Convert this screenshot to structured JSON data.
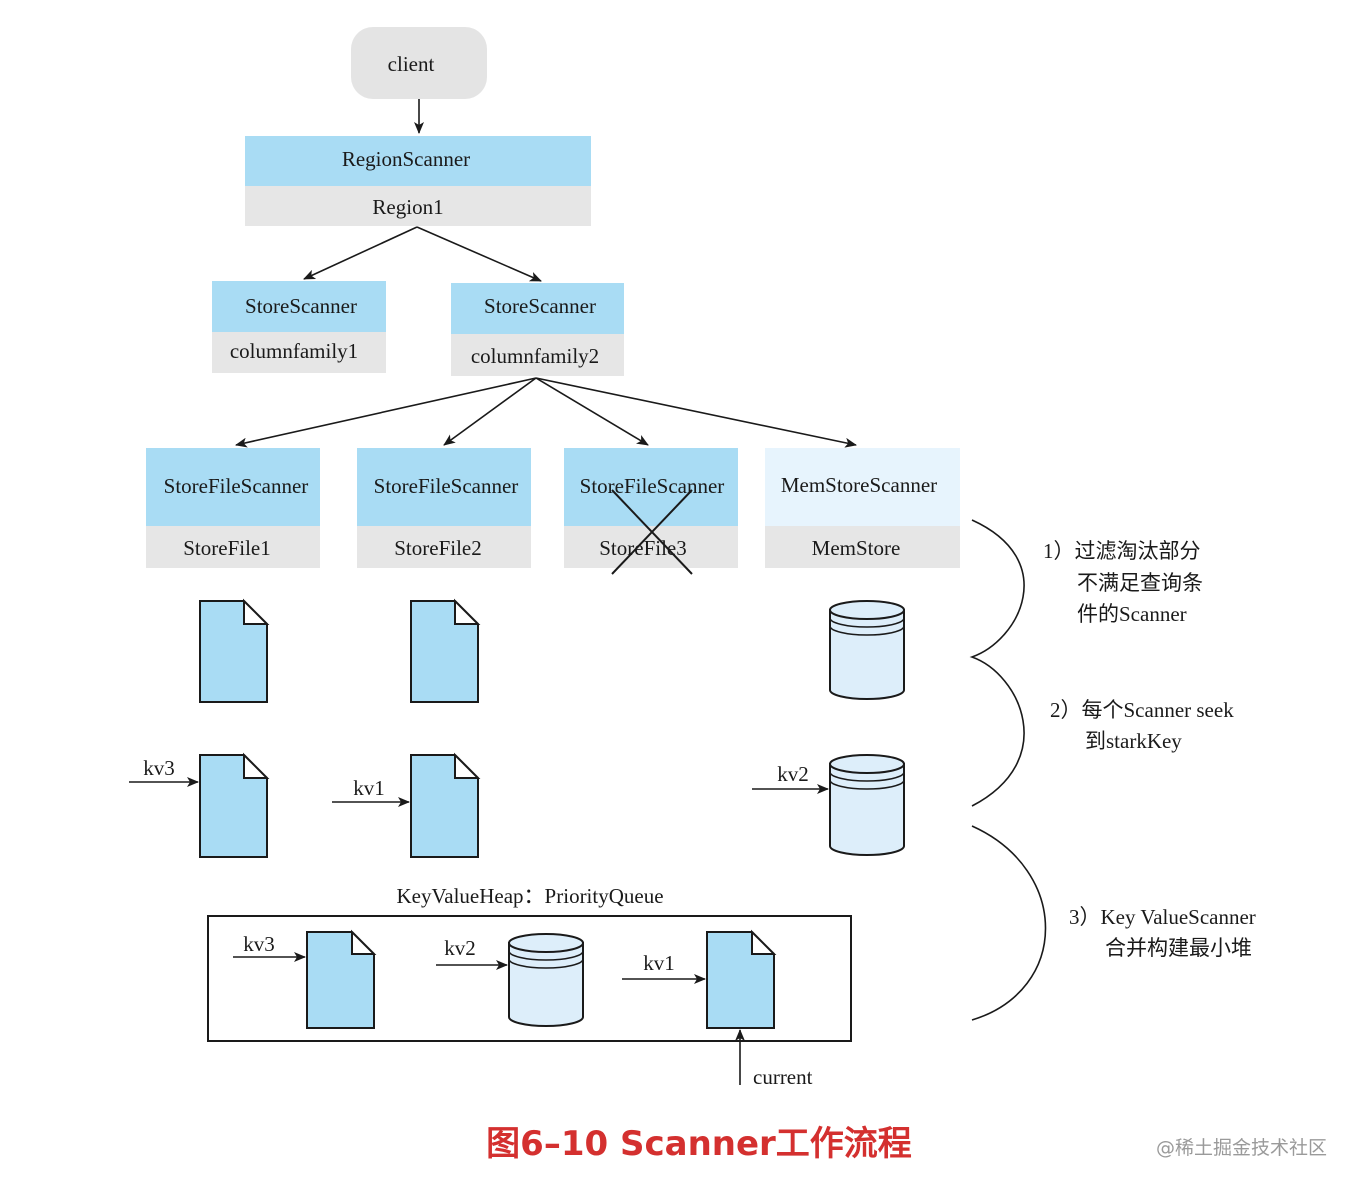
{
  "client": {
    "label": "client"
  },
  "region": {
    "scanner": "RegionScanner",
    "name": "Region1"
  },
  "store_scanners": [
    {
      "scanner": "StoreScanner",
      "family": "columnfamily1"
    },
    {
      "scanner": "StoreScanner",
      "family": "columnfamily2"
    }
  ],
  "file_scanners": [
    {
      "scanner": "StoreFileScanner",
      "file": "StoreFile1",
      "filtered": false
    },
    {
      "scanner": "StoreFileScanner",
      "file": "StoreFile2",
      "filtered": false
    },
    {
      "scanner": "StoreFileScanner",
      "file": "StoreFile3",
      "filtered": true
    },
    {
      "scanner": "MemStoreScanner",
      "file": "MemStore",
      "filtered": false
    }
  ],
  "seek_pointers": [
    {
      "label": "kv3",
      "target": "StoreFile1"
    },
    {
      "label": "kv1",
      "target": "StoreFile2"
    },
    {
      "label": "kv2",
      "target": "MemStore"
    }
  ],
  "heap": {
    "title": "KeyValueHeap：PriorityQueue",
    "items": [
      {
        "label": "kv3",
        "kind": "file"
      },
      {
        "label": "kv2",
        "kind": "memstore"
      },
      {
        "label": "kv1",
        "kind": "file"
      }
    ],
    "current_label": "current"
  },
  "steps": {
    "s1": {
      "line1": "1）过滤淘汰部分",
      "line2": "不满足查询条",
      "line3": "件的Scanner"
    },
    "s2": {
      "line1": "2）每个Scanner seek",
      "line2": "到starkKey"
    },
    "s3": {
      "line1": "3）Key ValueScanner",
      "line2": "合并构建最小堆"
    }
  },
  "caption": "图6–10 Scanner工作流程",
  "watermark": "@稀土掘金技术社区",
  "colors": {
    "scanner_header": "#a9dcf4",
    "memstore_header": "#e7f4fd",
    "footer_gray": "#e6e6e6",
    "caption_red": "#d4302f"
  }
}
